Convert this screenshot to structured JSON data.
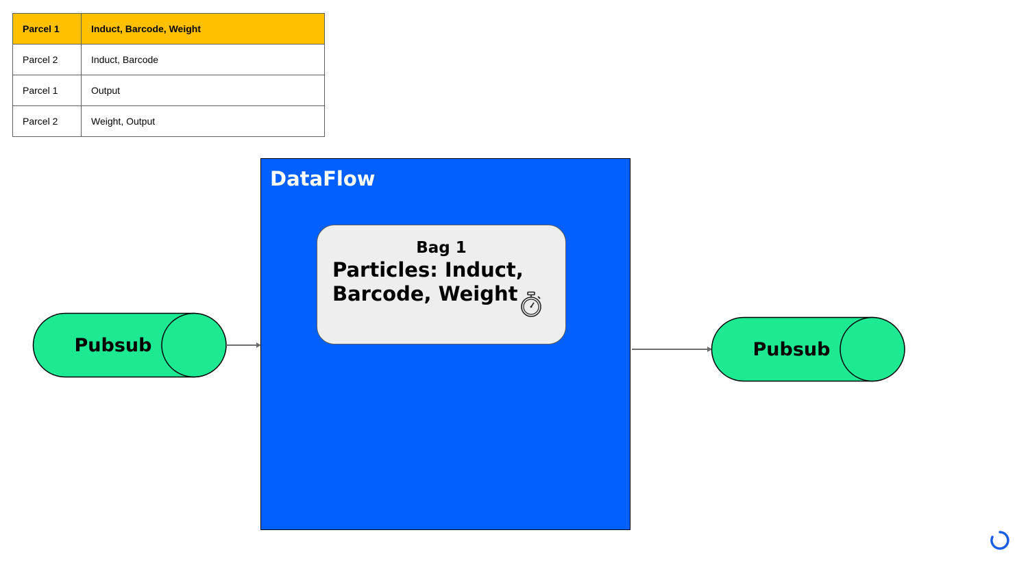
{
  "table": {
    "rows": [
      {
        "parcel": "Parcel 1",
        "particles": "Induct, Barcode, Weight"
      },
      {
        "parcel": "Parcel 2",
        "particles": "Induct, Barcode"
      },
      {
        "parcel": "Parcel 1",
        "particles": "Output"
      },
      {
        "parcel": "Parcel 2",
        "particles": "Weight, Output"
      }
    ]
  },
  "dataflow": {
    "title": "DataFlow",
    "bag": {
      "title": "Bag 1",
      "text": "Particles: Induct, Barcode, Weight",
      "icon": "stopwatch-icon"
    }
  },
  "pubsub_in": {
    "label": "Pubsub"
  },
  "pubsub_out": {
    "label": "Pubsub"
  },
  "colors": {
    "header_highlight": "#ffc000",
    "dataflow_blue": "#0160ff",
    "pubsub_green": "#1de993",
    "bag_gray": "#eeeeee",
    "loader_blue": "#1a5fe6"
  }
}
